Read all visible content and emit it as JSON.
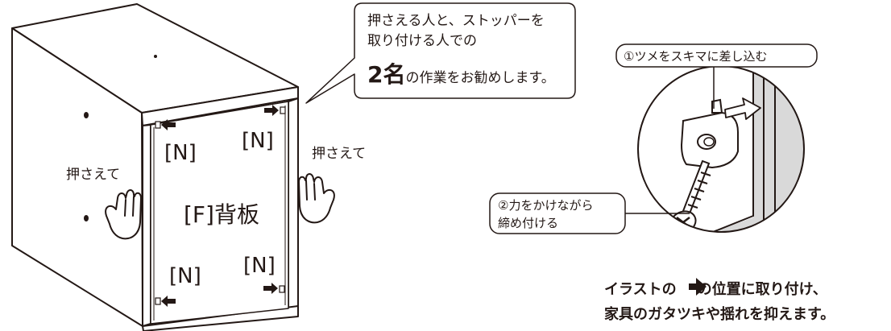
{
  "speech_bubble": {
    "line1": "押さえる人と、ストッパーを",
    "line2": "取り付ける人での",
    "line3_emphasis": "2名",
    "line3_rest": "の作業をお勧めします。"
  },
  "hold_labels": {
    "left": "押さえて",
    "right": "押さえて"
  },
  "panel_label": "[F]背板",
  "fastener_labels": {
    "top_left": "[N]",
    "top_right": "[N]",
    "bottom_left": "[N]",
    "bottom_right": "[N]"
  },
  "detail_steps": {
    "step1": "①ツメをスキマに差し込む",
    "step2_line1": "②力をかけながら",
    "step2_line2": "締め付ける"
  },
  "footer": {
    "line1_before": "イラストの",
    "line1_arrow": "➡",
    "line1_after": "の位置に取り付け、",
    "line2": "家具のガタツキや揺れを抑えます。"
  },
  "colors": {
    "ink": "#231815",
    "background": "#ffffff",
    "shading": "#d9d9d9"
  }
}
